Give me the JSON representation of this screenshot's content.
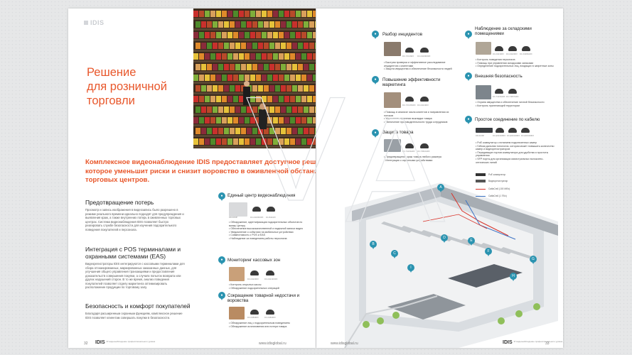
{
  "brand": {
    "logo": "IDIS",
    "tagline": "IP видеонаблюдение\nпрофессионального\nуровня",
    "url": "www.idisglobal.ru"
  },
  "colors": {
    "accent": "#e8572b",
    "pin": "#2a93b0",
    "red_line": "#d9342b",
    "blue_line": "#3e74c4"
  },
  "left_page": {
    "title_lines": [
      "Решение",
      "для розничной",
      "торговли"
    ],
    "intro_lines": [
      "Комплексное видеонаблюдение IDIS предоставляет доступное решение,",
      "которое уменьшит риски и снизит воровство в оживленной обстановке",
      "торговых центров."
    ],
    "sections": [
      {
        "heading": "Предотвращение потерь",
        "text": "Просмотр и запись изображения в видеозапись было разрешено в режиме реального времени идеально подходят для предупреждения и выявления краж, а также внутренних потерь в оживленных торговых центрах. Система видеонаблюдения IDIS позволяет быстро реагировать службе безопасности для изучения подозрительного поведения покупателей и персонала."
      },
      {
        "heading": "Интеграция с POS терминалами и охранными системами (EAS)",
        "text": "Видеорегистраторы IDIS интегрируются с кассовыми терминалами для сбора отсканированных, маркированных заказанных данных, для улучшения общего управления транзакциями и предоставления доказательств совершения покупки, а случаях попыток возврата или других нарушений сторон. В то же время, анализ поведения покупателей позволяет отделу маркетинга оптимизировать расположение продукции по торговому залу."
      },
      {
        "heading": "Безопасность и комфорт покупателей",
        "text": "Благодаря расширенным охранным функциям, комплексное решение IDIS позволяет клиентам совершать покупки в безопасности."
      }
    ],
    "footer_page": "32"
  },
  "center_panels": [
    {
      "title": "Единый центр видеонаблюдения",
      "cams": [
        "DR-6300P",
        "DC-D4236WRX",
        "DC-B4216X"
      ],
      "bullets": [
        "Обнаружение, идентификация подозрительных объектов по всему Центру",
        "Обеспечение высококачественной и надежной записи видео",
        "Уведомление о событиях на мобильных устройствах",
        "Совместимость с POS и EAS",
        "Наблюдение за поведением работы персонала"
      ]
    },
    {
      "title": "Мониторинг кассовых зон",
      "cams": [
        "DC-D4223RX",
        "DC-D4213WRX"
      ],
      "bullets": [
        "Контроль открытых кассы",
        "Обнаружение подозрительных операций"
      ]
    },
    {
      "title": "Сокращение товарной недостачи и воровства",
      "cams": [
        "DC-D4836RX",
        "DC-D4843RX"
      ],
      "bullets": [
        "Обнаружение лиц с подозрительным поведением",
        "Обнаружение исчезновения или потери товара"
      ]
    }
  ],
  "right_panels_left": [
    {
      "title": "Разбор инцидентов",
      "cams": [
        "DC-Y6C16RX",
        "DC-D4236WRX"
      ],
      "bullets": [
        "Быстрая проверка и эффективное расследование инцидентов с клиентами",
        "Защита имущества и обеспечение безопасности людей"
      ]
    },
    {
      "title": "Повышение эффективности маркетинга",
      "cams": [
        "DC-Y6C16WRX",
        "DC-D4213RX"
      ],
      "bullets": [
        "Помощь в анализе числа клиентов и направлении их потоков",
        "Улучшение стратегии выкладки товара",
        "Увеличение производительности труда сотрудников"
      ]
    },
    {
      "title": "Защита товара",
      "cams": [
        "DC-T4233HRX",
        "DC-T4516HRX"
      ],
      "bullets": [
        "Предотвращение краж товара любого размера",
        "Интеграция с охранными устройствами"
      ]
    }
  ],
  "right_panels_right": [
    {
      "title": "Наблюдение за складскими помещениями",
      "cams": [
        "DC-D4213RX",
        "DC-D4223RX",
        "DC-S3283HRX"
      ],
      "bullets": [
        "Контроль поведения персонала",
        "Помощь при управлении складскими запасами",
        "Определение подозрительных лиц, входящих в запретные зоны"
      ]
    },
    {
      "title": "Внешняя безопасность",
      "cams": [
        "DC-T4233HRX",
        "DC-T4837HRX"
      ],
      "bullets": [
        "Охрана имущества и обеспечение личной безопасности",
        "Контроль прилегающей территории"
      ]
    },
    {
      "title": "Простое соединение по кабелю",
      "cams": [
        "DR-6216P",
        "DC-E6216WRX",
        "DC-E6216WRX",
        "DC-E6216WRX"
      ],
      "bullets": [
        "PoE коммутатор с питанием подключенных камер",
        "Гибкая дальняя топология, которая может повышать количество камер и видеорегистраторов",
        "Передающие портов коммутатора для удобства и простоты управления",
        "SFP порты для организации магистральных волоконно-оптических линий"
      ]
    }
  ],
  "legend": [
    {
      "label": "PoE коммутатор"
    },
    {
      "label": "Видеорегистратор"
    },
    {
      "label": "CatlaCrx6 (100 Мб/с)"
    },
    {
      "label": "CatlaCrx6 (1 Гб/с)"
    }
  ],
  "right_footer_page": "33",
  "map_pins": [
    "A",
    "B",
    "C",
    "D",
    "E",
    "F",
    "G",
    "H",
    "I"
  ]
}
